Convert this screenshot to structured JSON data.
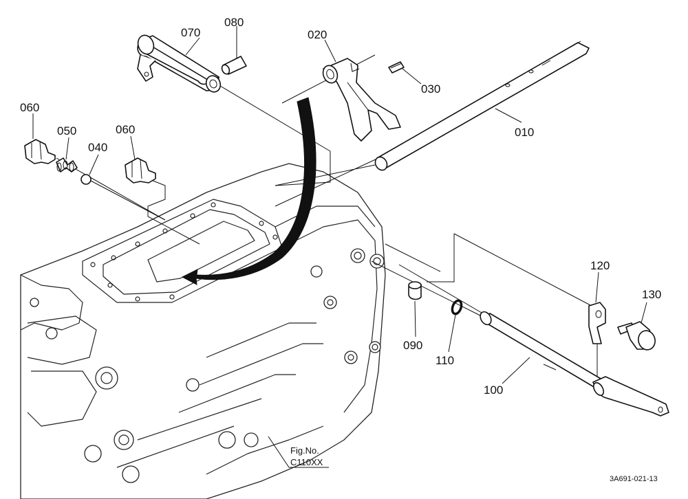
{
  "figure": {
    "fig_no_label": "Fig.No.",
    "fig_no_value": "C110XX",
    "document_id": "3A691-021-13"
  },
  "part_labels": {
    "p010": "010",
    "p020": "020",
    "p030": "030",
    "p040": "040",
    "p050": "050",
    "p060a": "060",
    "p060b": "060",
    "p070": "070",
    "p080": "080",
    "p090": "090",
    "p100": "100",
    "p110": "110",
    "p120": "120",
    "p130": "130"
  },
  "colors": {
    "ink": "#111111",
    "paper": "#ffffff"
  }
}
